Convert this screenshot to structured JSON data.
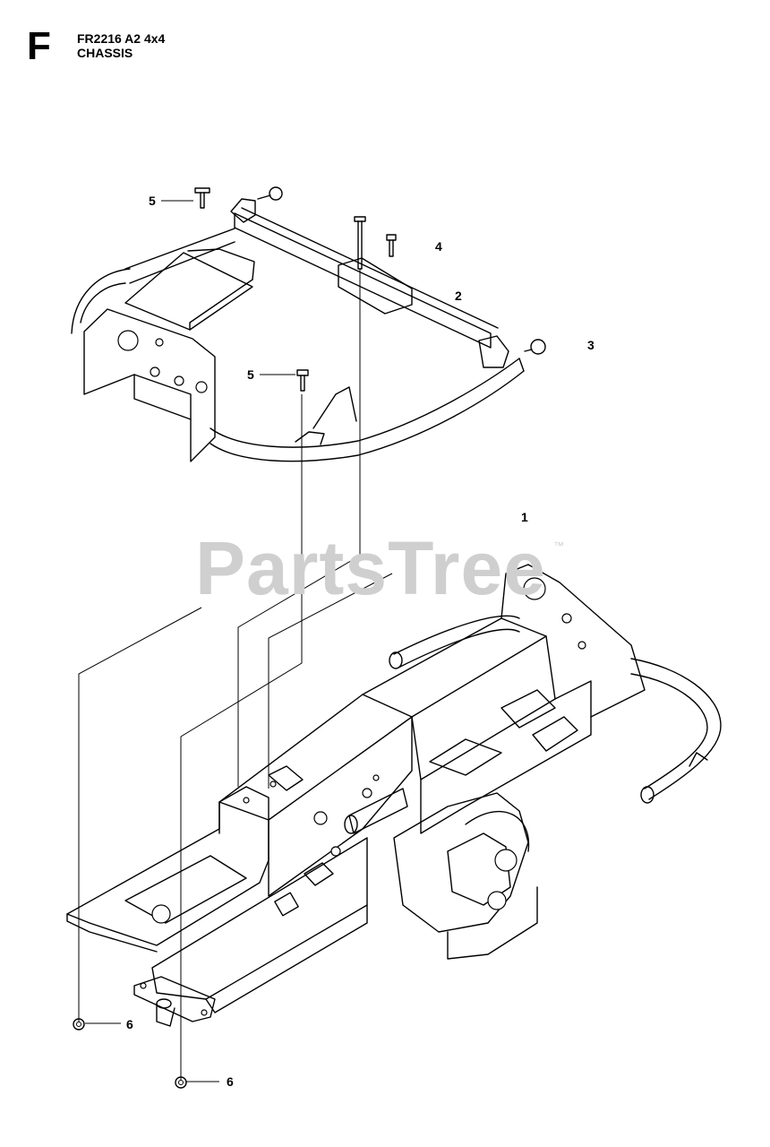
{
  "header": {
    "section_letter": "F",
    "model": "FR2216 A2 4x4",
    "section_name": "CHASSIS"
  },
  "watermark": {
    "text": "PartsTree",
    "trademark": "™"
  },
  "callouts": [
    {
      "id": "1",
      "label": "1"
    },
    {
      "id": "2",
      "label": "2"
    },
    {
      "id": "3",
      "label": "3"
    },
    {
      "id": "4",
      "label": "4"
    },
    {
      "id": "5a",
      "label": "5"
    },
    {
      "id": "5b",
      "label": "5"
    },
    {
      "id": "6a",
      "label": "6"
    },
    {
      "id": "6b",
      "label": "6"
    }
  ]
}
